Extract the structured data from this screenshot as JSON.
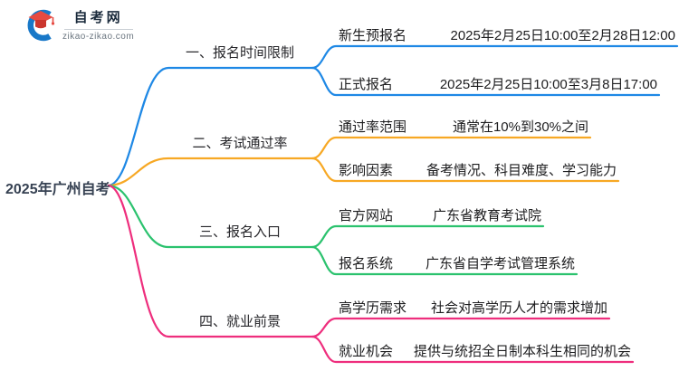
{
  "logo": {
    "title": "自考网",
    "domain": "zikao-zikao.com"
  },
  "root": {
    "label": "2025年广州自考"
  },
  "colors": {
    "blue": "#1E88E5",
    "orange": "#F7A824",
    "green": "#2BC26E",
    "pink": "#EE2E7D",
    "root_text": "#364152"
  },
  "branches": [
    {
      "label": "一、报名时间限制",
      "color": "#1E88E5",
      "children": [
        {
          "label": "新生预报名",
          "value": "2025年2月25日10:00至2月28日12:00"
        },
        {
          "label": "正式报名",
          "value": "2025年2月25日10:00至3月8日17:00"
        }
      ]
    },
    {
      "label": "二、考试通过率",
      "color": "#F7A824",
      "children": [
        {
          "label": "通过率范围",
          "value": "通常在10%到30%之间"
        },
        {
          "label": "影响因素",
          "value": "备考情况、科目难度、学习能力"
        }
      ]
    },
    {
      "label": "三、报名入口",
      "color": "#2BC26E",
      "children": [
        {
          "label": "官方网站",
          "value": "广东省教育考试院"
        },
        {
          "label": "报名系统",
          "value": "广东省自学考试管理系统"
        }
      ]
    },
    {
      "label": "四、就业前景",
      "color": "#EE2E7D",
      "children": [
        {
          "label": "高学历需求",
          "value": "社会对高学历人才的需求增加"
        },
        {
          "label": "就业机会",
          "value": "提供与统招全日制本科生相同的机会"
        }
      ]
    }
  ]
}
